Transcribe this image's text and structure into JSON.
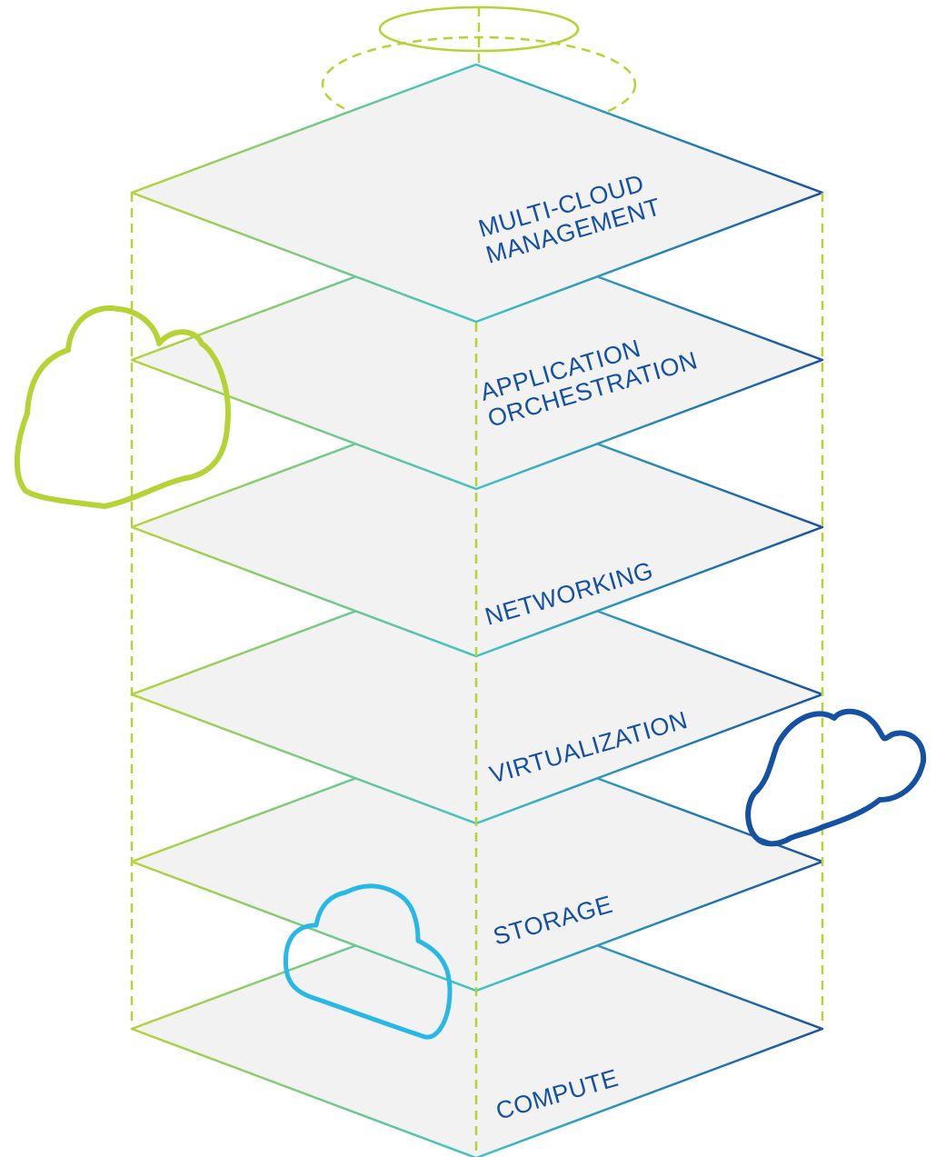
{
  "layers": [
    {
      "id": "multi-cloud-management",
      "lines": [
        "MULTI-CLOUD",
        "MANAGEMENT"
      ]
    },
    {
      "id": "application-orchestration",
      "lines": [
        "APPLICATION",
        "ORCHESTRATION"
      ]
    },
    {
      "id": "networking",
      "lines": [
        "NETWORKING"
      ]
    },
    {
      "id": "virtualization",
      "lines": [
        "VIRTUALIZATION"
      ]
    },
    {
      "id": "storage",
      "lines": [
        "STORAGE"
      ]
    },
    {
      "id": "compute",
      "lines": [
        "COMPUTE"
      ]
    }
  ],
  "colors": {
    "green": "#b5d334",
    "teal": "#3ec2c6",
    "blue": "#1551a3",
    "light_blue": "#27b8e6",
    "plane_fill": "#f2f2f2",
    "label": "#1551a3"
  },
  "icons": [
    "green-cloud-icon",
    "blue-cloud-icon",
    "light-blue-cloud-icon",
    "halo-rings-icon"
  ]
}
